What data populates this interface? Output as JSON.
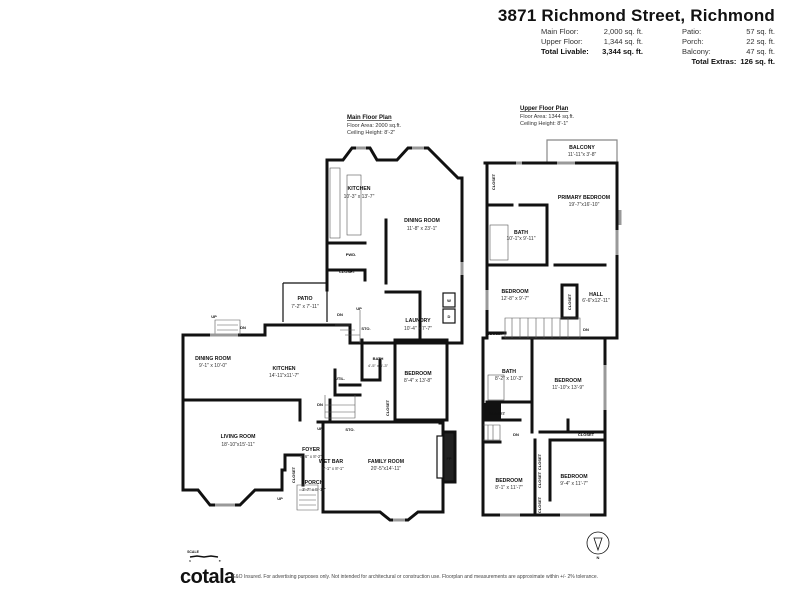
{
  "header": {
    "title": "3871 Richmond Street, Richmond",
    "left_stats": [
      {
        "label": "Main Floor:",
        "value": "2,000 sq. ft."
      },
      {
        "label": "Upper Floor:",
        "value": "1,344 sq. ft."
      },
      {
        "label": "Total Livable:",
        "value": "3,344 sq. ft."
      }
    ],
    "right_stats": [
      {
        "label": "Patio:",
        "value": "57 sq. ft."
      },
      {
        "label": "Porch:",
        "value": "22 sq. ft."
      },
      {
        "label": "Balcony:",
        "value": "47 sq. ft."
      },
      {
        "label": "Total Extras:",
        "value": "126 sq. ft."
      }
    ]
  },
  "main_floor": {
    "heading": "Main Floor Plan",
    "area": "Floor Area: 2000 sq.ft.",
    "ceiling": "Ceiling Height: 8'-2\"",
    "rooms": [
      {
        "name": "KITCHEN",
        "dims": "10'-3\" x 13'-7\""
      },
      {
        "name": "DINING ROOM",
        "dims": "11'-8\" x 23'-1\""
      },
      {
        "name": "PWD."
      },
      {
        "name": "CLOSET"
      },
      {
        "name": "PATIO",
        "dims": "7'-2\" x 7'-11\""
      },
      {
        "name": "LAUNDRY",
        "dims": "10'-4\" x 7'-7\""
      },
      {
        "name": "DINING ROOM",
        "dims": "9'-1\" x 10'-0\""
      },
      {
        "name": "KITCHEN",
        "dims": "14'-11\"x11'-7\""
      },
      {
        "name": "BATH",
        "dims": "4'-5\" x 6'-3\""
      },
      {
        "name": "BEDROOM",
        "dims": "8'-4\" x 13'-8\""
      },
      {
        "name": "UTIL."
      },
      {
        "name": "CLOSET"
      },
      {
        "name": "LIVING ROOM",
        "dims": "18'-10\"x15'-11\""
      },
      {
        "name": "FOYER",
        "dims": "5'-6\" x 8'-2\""
      },
      {
        "name": "WET BAR",
        "dims": "5'-1\" x 8'-1\""
      },
      {
        "name": "PORCH",
        "dims": "3'-7\" x 5'-11\""
      },
      {
        "name": "CLOSET"
      },
      {
        "name": "FAMILY ROOM",
        "dims": "20'-5\"x14'-11\""
      },
      {
        "name": "FP"
      },
      {
        "name": "STO."
      },
      {
        "name": "STO."
      },
      {
        "name": "W"
      },
      {
        "name": "D"
      }
    ],
    "stairs": [
      "UP",
      "DN",
      "DN",
      "UP",
      "DN",
      "UP",
      "UP"
    ]
  },
  "upper_floor": {
    "heading": "Upper Floor Plan",
    "area": "Floor Area: 1344 sq.ft.",
    "ceiling": "Ceiling Height: 8'-1\"",
    "rooms": [
      {
        "name": "BALCONY",
        "dims": "11'-11\"x 3'-8\""
      },
      {
        "name": "PRIMARY BEDROOM",
        "dims": "19'-7\"x16'-10\""
      },
      {
        "name": "CLOSET"
      },
      {
        "name": "BATH",
        "dims": "10'-1\"x 9'-11\""
      },
      {
        "name": "BEDROOM",
        "dims": "12'-8\" x 9'-7\""
      },
      {
        "name": "HALL",
        "dims": "6'-6\"x12'-11\""
      },
      {
        "name": "CLOSET"
      },
      {
        "name": "CLOSET"
      },
      {
        "name": "BATH",
        "dims": "8'-2\" x 10'-3\""
      },
      {
        "name": "BEDROOM",
        "dims": "11'-10\"x 13'-9\""
      },
      {
        "name": "CLOSET"
      },
      {
        "name": "CLOSET"
      },
      {
        "name": "CLOSET"
      },
      {
        "name": "CLOSET"
      },
      {
        "name": "CLOSET"
      },
      {
        "name": "BEDROOM",
        "dims": "8'-1\" x 11'-7\""
      },
      {
        "name": "BEDROOM",
        "dims": "9'-4\" x 11'-7\""
      }
    ],
    "stairs": [
      "DN",
      "DN"
    ]
  },
  "scale": {
    "label": "SCALE",
    "start": "0",
    "end": "5'"
  },
  "compass": {
    "label": "N"
  },
  "footer": {
    "logo": "cotala",
    "disclaimer": "E&O Insured. For advertising purposes only. Not intended for architectural or construction use. Floorplan and measurements are approximate within +/- 2% tolerance."
  }
}
